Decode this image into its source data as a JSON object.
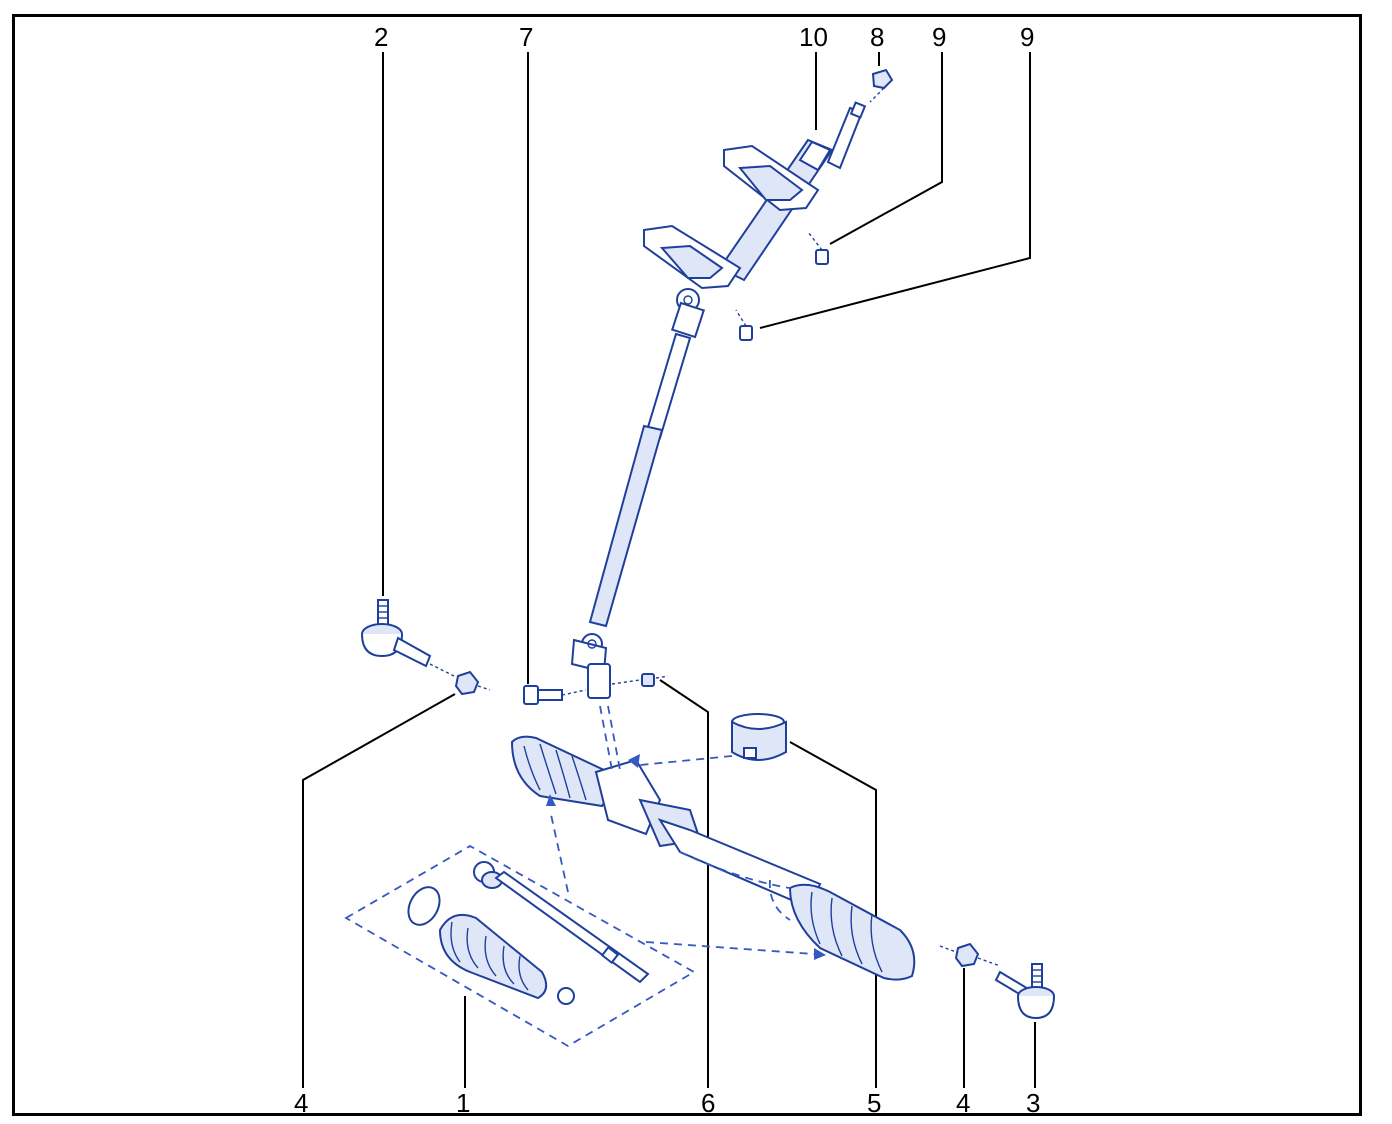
{
  "callouts": [
    {
      "id": "1",
      "text": "1"
    },
    {
      "id": "2",
      "text": "2"
    },
    {
      "id": "3",
      "text": "3"
    },
    {
      "id": "4a",
      "text": "4"
    },
    {
      "id": "4b",
      "text": "4"
    },
    {
      "id": "5",
      "text": "5"
    },
    {
      "id": "6",
      "text": "6"
    },
    {
      "id": "7",
      "text": "7"
    },
    {
      "id": "8",
      "text": "8"
    },
    {
      "id": "9a",
      "text": "9"
    },
    {
      "id": "9b",
      "text": "9"
    },
    {
      "id": "10",
      "text": "10"
    }
  ],
  "colors": {
    "line_art": "#1f3f9c",
    "fill": "#dfe6f7",
    "frame": "#000000"
  }
}
